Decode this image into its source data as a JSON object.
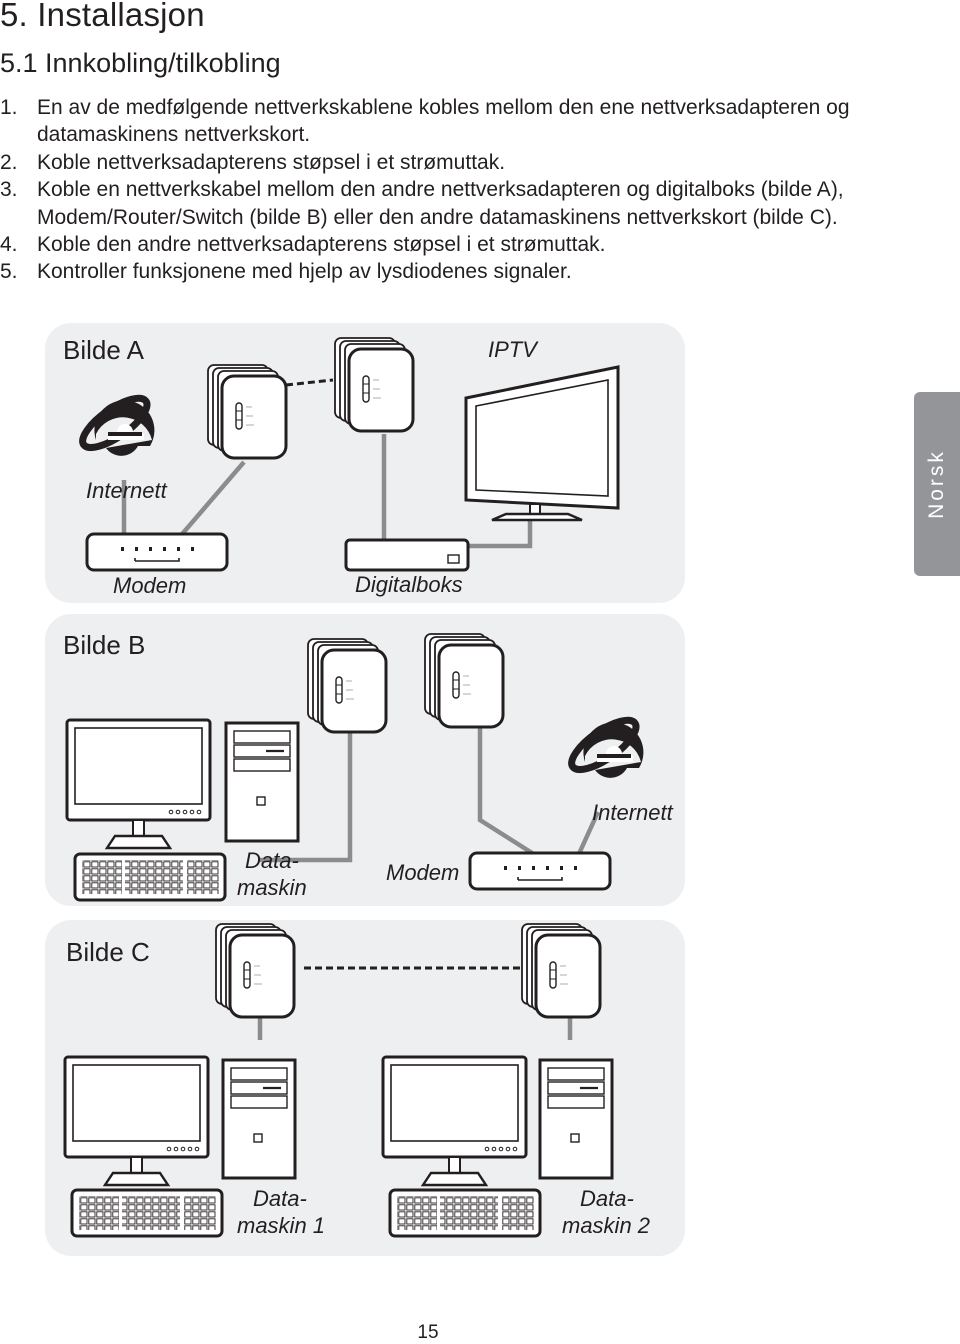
{
  "heading": "5. Installasjon",
  "subheading": "5.1 Innkobling/tilkobling",
  "steps": [
    {
      "num": "1.",
      "text": "En av de medfølgende nettverkskablene kobles mellom den ene nettverksadapteren og datamaskinens nettverkskort."
    },
    {
      "num": "2.",
      "text": "Koble nettverksadapterens støpsel i et strømuttak."
    },
    {
      "num": "3.",
      "text": "Koble en nettverkskabel mellom den andre nettverksadapteren og digitalboks (bilde A), Modem/Router/Switch (bilde B) eller den andre datamaskinens nettverkskort (bilde C)."
    },
    {
      "num": "4.",
      "text": "Koble den andre nettverksadapterens støpsel i et strømuttak."
    },
    {
      "num": "5.",
      "text": "Kontroller funksjonene med hjelp av lysdiodenes signaler."
    }
  ],
  "figures": {
    "a": {
      "title": "Bilde A",
      "iptv": "IPTV",
      "internet": "Internett",
      "modem": "Modem",
      "settop": "Digitalboks"
    },
    "b": {
      "title": "Bilde B",
      "computer_l1": "Data-",
      "computer_l2": "maskin",
      "modem": "Modem",
      "internet": "Internett"
    },
    "c": {
      "title": "Bilde C",
      "pc1_l1": "Data-",
      "pc1_l2": "maskin 1",
      "pc2_l1": "Data-",
      "pc2_l2": "maskin 2"
    }
  },
  "side_tab": "Norsk",
  "page_number": "15",
  "icons": [
    "internet-explorer-icon",
    "powerline-adapter-icon",
    "modem-icon",
    "tv-icon",
    "set-top-box-icon",
    "monitor-icon",
    "pc-tower-icon",
    "keyboard-icon"
  ],
  "colors": {
    "panel": "#eeeff0",
    "cable": "#8a8c8e",
    "tab": "#939598",
    "text": "#231f20"
  }
}
